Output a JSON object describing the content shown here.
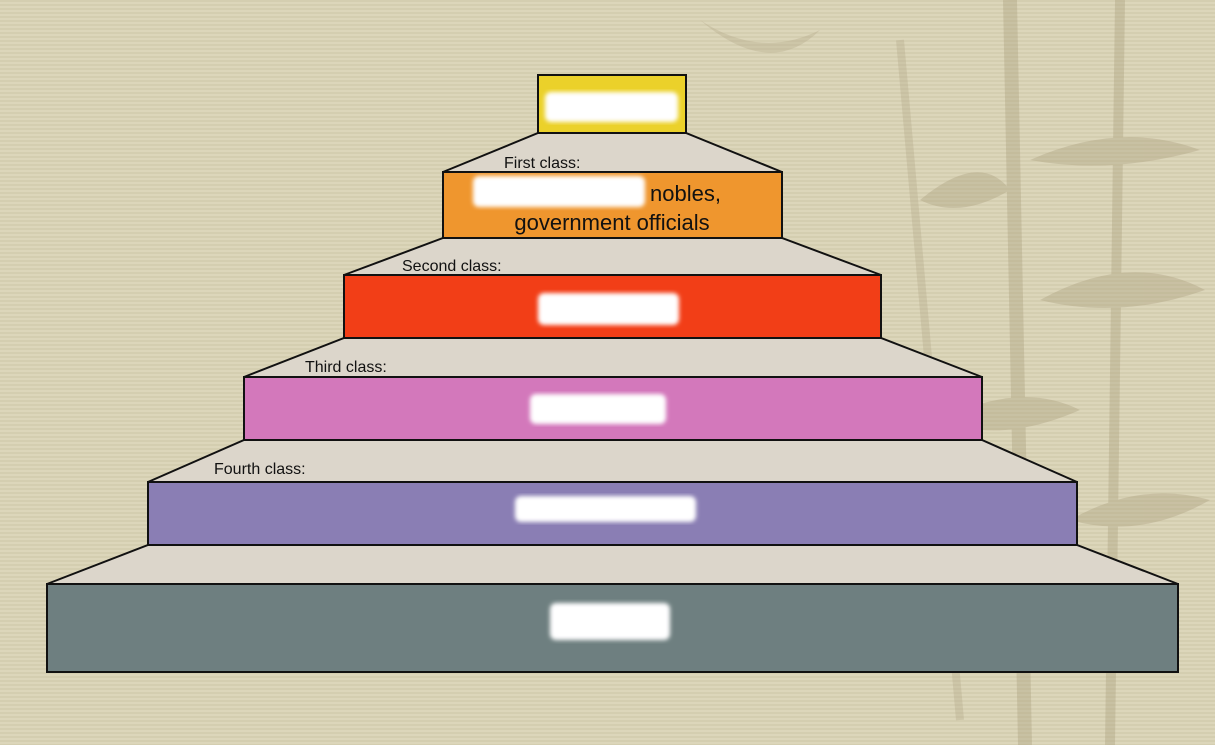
{
  "diagram": {
    "colors": {
      "background": "#d9d2b6",
      "stair_top": "#dcd6cb",
      "outline": "#111111",
      "redaction": "#ffffff"
    },
    "tiers": [
      {
        "id": "top",
        "label": "",
        "text_line1": "",
        "text_line2": "",
        "color": "#ebd12a"
      },
      {
        "id": "first",
        "label": "First class:",
        "text_line1": "nobles,",
        "text_line2": "government officials",
        "color": "#ef962e"
      },
      {
        "id": "second",
        "label": "Second class:",
        "text_line1": "",
        "text_line2": "",
        "color": "#f23e17"
      },
      {
        "id": "third",
        "label": "Third class:",
        "text_line1": "",
        "text_line2": "",
        "color": "#d378bb"
      },
      {
        "id": "fourth",
        "label": "Fourth class:",
        "text_line1": "",
        "text_line2": "",
        "color": "#8a7eb4"
      },
      {
        "id": "bottom",
        "label": "",
        "text_line1": "",
        "text_line2": "",
        "color": "#6e7f80"
      }
    ]
  }
}
